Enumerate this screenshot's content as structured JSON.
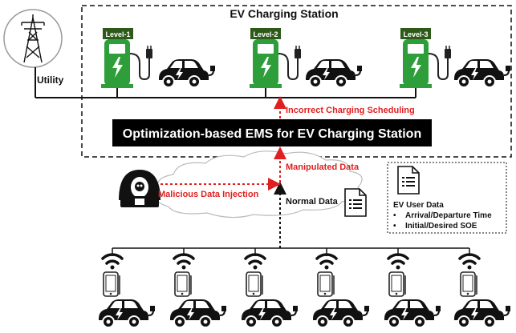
{
  "station": {
    "title": "EV Charging Station",
    "levels": [
      "Level-1",
      "Level-2",
      "Level-3"
    ]
  },
  "utility": {
    "label": "Utility"
  },
  "ems": {
    "label": "Optimization-based EMS for EV Charging Station"
  },
  "arrows": {
    "incorrect_scheduling": "Incorrect Charging Scheduling",
    "manipulated_data": "Manipulated Data",
    "malicious_injection": "Malicious Data Injection",
    "normal_data": "Normal Data"
  },
  "user_data": {
    "title": "EV User Data",
    "items": [
      "Arrival/Departure Time",
      "Initial/Desired SOE"
    ]
  },
  "colors": {
    "charger_green": "#2e9e3a",
    "level_tag": "#2d5a18",
    "attack_red": "#e02020",
    "ems_bg": "#000000"
  },
  "icons": [
    "transmission-tower-icon",
    "charger-icon",
    "ev-car-icon",
    "hacker-icon",
    "document-icon",
    "wifi-icon",
    "smartphone-icon",
    "cloud-icon"
  ]
}
